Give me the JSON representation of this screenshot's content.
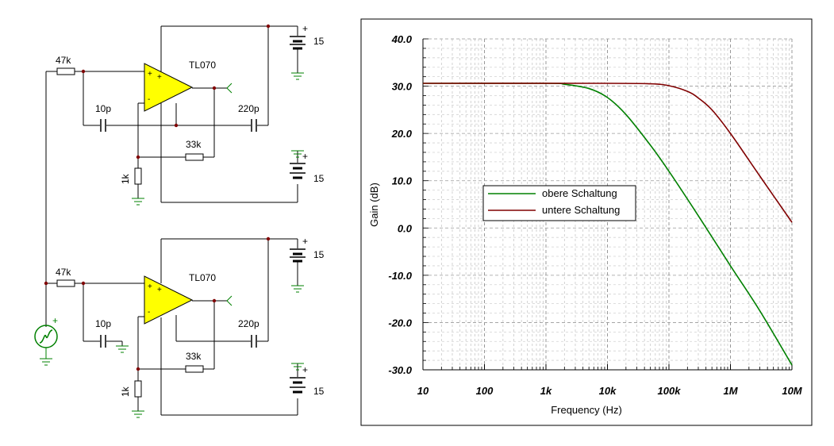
{
  "schematic": {
    "top": {
      "r_in": "47k",
      "cap_in": "10p",
      "opamp": "TL070",
      "cap_fb": "220p",
      "r_fb": "33k",
      "r_gnd": "1k",
      "supply_pos": "15",
      "supply_neg": "15",
      "plus_sign": "+",
      "minus_sign": "-"
    },
    "bottom": {
      "r_in": "47k",
      "cap_in": "10p",
      "opamp": "TL070",
      "cap_fb": "220p",
      "r_fb": "33k",
      "r_gnd": "1k",
      "supply_pos": "15",
      "supply_neg": "15",
      "plus_sign": "+",
      "minus_sign": "-"
    },
    "source_plus": "+",
    "colors": {
      "opamp_fill": "#ffff00",
      "ground": "#008000",
      "wire": "#000000",
      "node": "#800000"
    }
  },
  "chart_data": {
    "type": "line",
    "xlabel": "Frequency (Hz)",
    "ylabel": "Gain (dB)",
    "xscale": "log",
    "xlim": [
      10,
      10000000
    ],
    "ylim": [
      -30,
      40
    ],
    "grid": true,
    "x_ticks": [
      10,
      100,
      1000,
      10000,
      100000,
      1000000,
      10000000
    ],
    "x_tick_labels": [
      "10",
      "100",
      "1k",
      "10k",
      "100k",
      "1M",
      "10M"
    ],
    "y_ticks": [
      -30,
      -20,
      -10,
      0,
      10,
      20,
      30,
      40
    ],
    "y_tick_labels": [
      "-30.0",
      "-20.0",
      "-10.0",
      "0.0",
      "10.0",
      "20.0",
      "30.0",
      "40.0"
    ],
    "legend_position": "center-left",
    "series": [
      {
        "name": "obere Schaltung",
        "color": "#008000",
        "x": [
          10,
          1000,
          2000,
          5000,
          10000,
          20000,
          50000,
          100000,
          300000,
          1000000,
          3000000,
          10000000
        ],
        "y": [
          30.6,
          30.6,
          30.4,
          29.5,
          27.6,
          24.0,
          17.5,
          12.0,
          2.6,
          -8.0,
          -17.5,
          -29.0
        ]
      },
      {
        "name": "untere Schaltung",
        "color": "#800000",
        "x": [
          10,
          10000,
          50000,
          100000,
          200000,
          300000,
          500000,
          1000000,
          3000000,
          10000000
        ],
        "y": [
          30.6,
          30.6,
          30.5,
          30.1,
          28.9,
          27.5,
          25.0,
          20.0,
          11.0,
          1.2
        ]
      }
    ]
  }
}
